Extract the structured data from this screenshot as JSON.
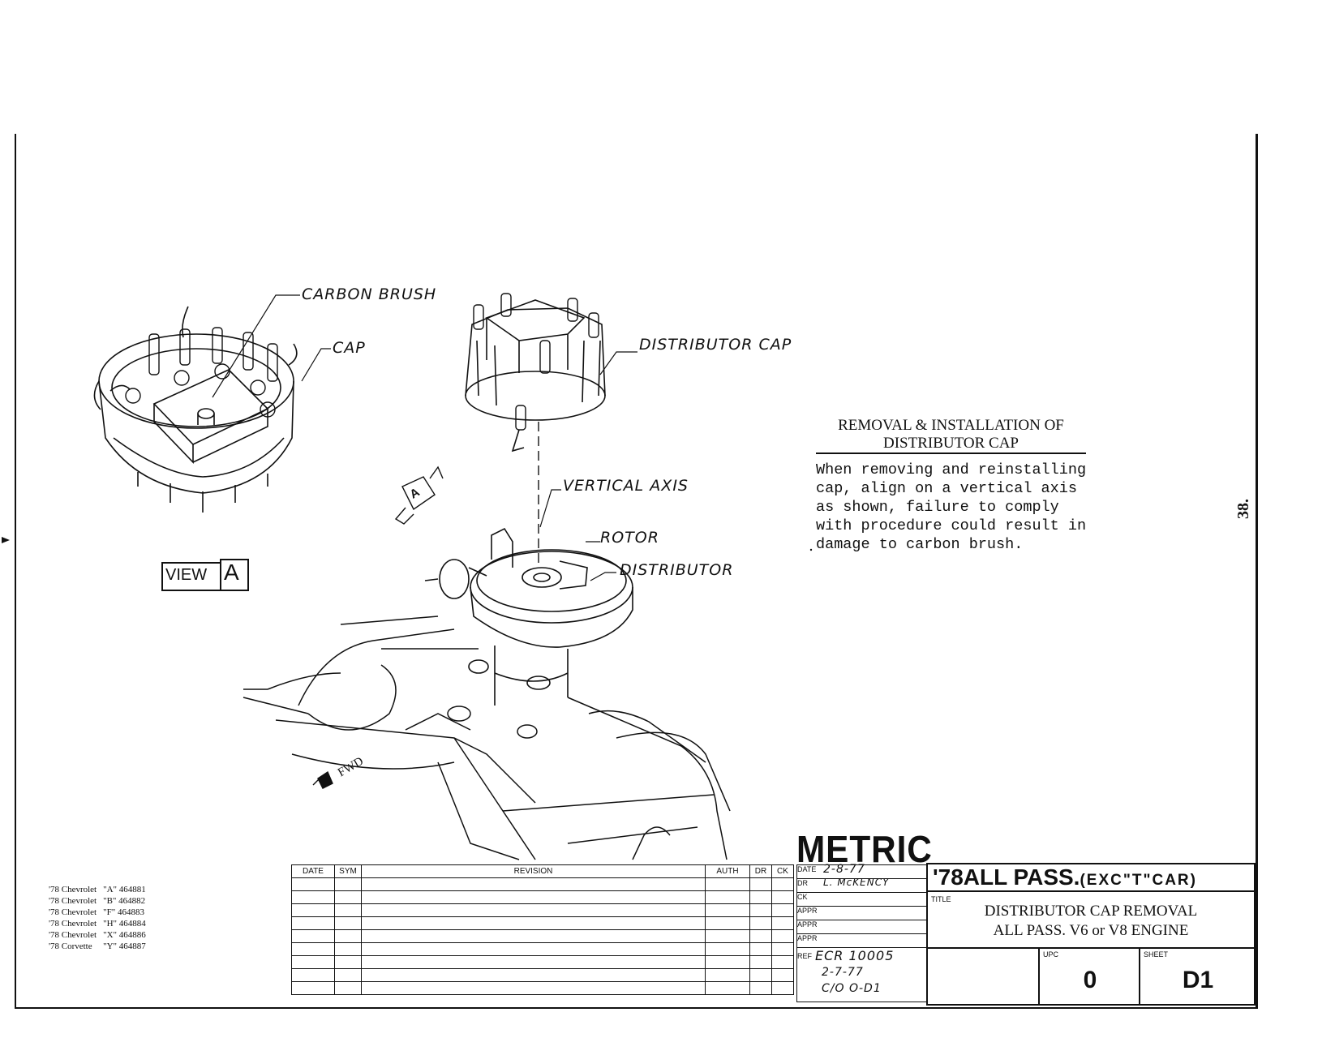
{
  "callouts": {
    "carbon_brush": "CARBON BRUSH",
    "cap": "CAP",
    "distributor_cap": "DISTRIBUTOR CAP",
    "vertical_axis": "VERTICAL AXIS",
    "rotor": "ROTOR",
    "distributor": "DISTRIBUTOR",
    "view": "VIEW",
    "view_letter": "A",
    "arrow_letter": "A",
    "fwd": "FWD"
  },
  "note": {
    "title_line1": "REMOVAL & INSTALLATION OF",
    "title_line2": "DISTRIBUTOR CAP",
    "body": "When removing and reinstalling cap, align on a vertical axis as shown, failure to comply with procedure could result in damage to carbon brush."
  },
  "page_number": "38.",
  "metric": "METRIC",
  "revision_table": {
    "headers": [
      "DATE",
      "SYM",
      "REVISION",
      "AUTH",
      "DR",
      "CK"
    ]
  },
  "models": [
    {
      "name": "'78 Chevrolet",
      "code": "\"A\" 464881"
    },
    {
      "name": "'78 Chevrolet",
      "code": "\"B\" 464882"
    },
    {
      "name": "'78 Chevrolet",
      "code": "\"F\" 464883"
    },
    {
      "name": "'78 Chevrolet",
      "code": "\"H\" 464884"
    },
    {
      "name": "'78 Chevrolet",
      "code": "\"X\" 464886"
    },
    {
      "name": "'78 Corvette",
      "code": "\"Y\" 464887"
    }
  ],
  "sign_block": {
    "date_label": "DATE",
    "date_value": "2-8-77",
    "dr_label": "DR",
    "dr_value": "L. McKENCY",
    "ck_label": "CK",
    "appr1_label": "APPR",
    "appr2_label": "APPR",
    "appr3_label": "APPR",
    "ref_label": "REF",
    "ref_line1": "ECR 10005",
    "ref_line2": "2-7-77",
    "ref_line3": "C/O O-D1"
  },
  "title_block": {
    "heading_main": "'78ALL PASS.",
    "heading_sub": "(EXC\"T\"CAR)",
    "title_label": "TITLE",
    "title_line1": "DISTRIBUTOR CAP REMOVAL",
    "title_line2": "ALL PASS. V6 or V8 ENGINE",
    "upc_label": "UPC",
    "upc_value": "0",
    "sheet_label": "SHEET",
    "sheet_value": "D1"
  }
}
